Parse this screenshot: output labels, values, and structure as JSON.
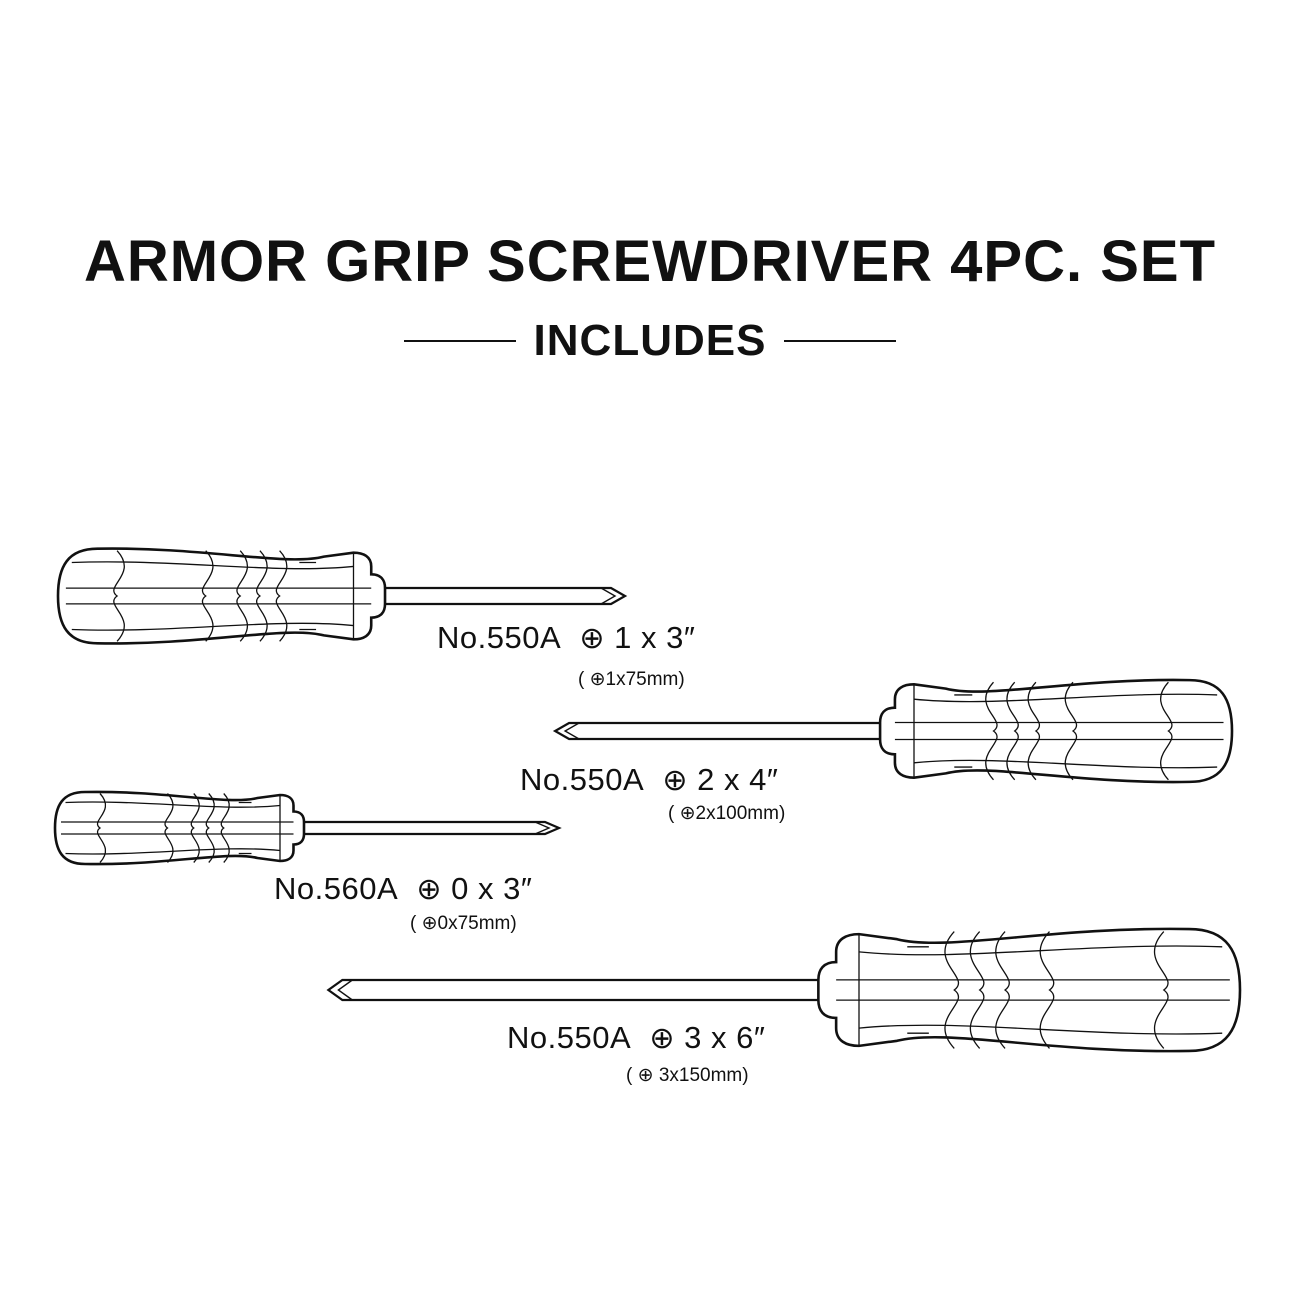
{
  "title": "ARMOR GRIP SCREWDRIVER 4PC. SET",
  "subtitle": "INCLUDES",
  "phillips_symbol": "⊕",
  "items": [
    {
      "model": "No.550A",
      "size_in": "1 x 3″",
      "size_mm": "1x75mm",
      "open": "(",
      "close": ")"
    },
    {
      "model": "No.550A",
      "size_in": "2 x 4″",
      "size_mm": "2x100mm",
      "open": "(",
      "close": ")"
    },
    {
      "model": "No.560A",
      "size_in": "0 x 3″",
      "size_mm": "0x75mm",
      "open": "(",
      "close": ")"
    },
    {
      "model": "No.550A",
      "size_in": "3 x 6″",
      "size_mm": "3x150mm",
      "open": "(",
      "close": ")"
    }
  ]
}
